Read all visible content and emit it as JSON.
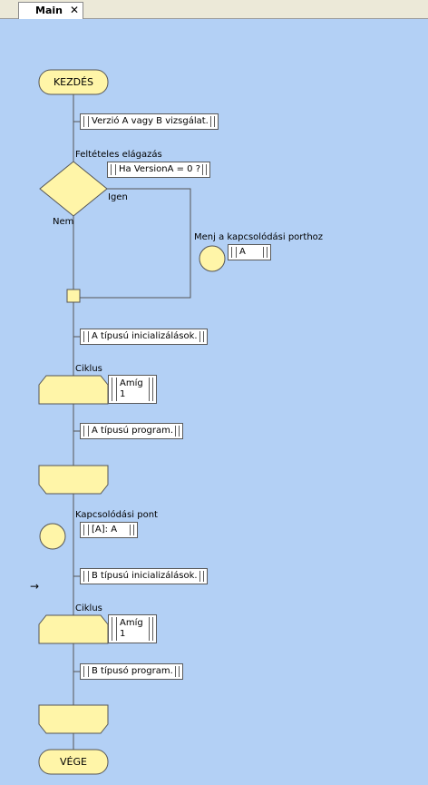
{
  "tabs": [
    {
      "label": "Main",
      "close_icon": "close-icon"
    }
  ],
  "flow": {
    "start": "KEZDÉS",
    "end": "VÉGE",
    "comment1": "Verzió A vagy B vizsgálat.",
    "decision": {
      "title": "Feltételes elágazás",
      "condition": "Ha VersionA = 0 ?",
      "yes": "Igen",
      "no": "Nem"
    },
    "goto": {
      "title": "Menj a kapcsolódási porthoz",
      "target": "A"
    },
    "comment2": "A típusú inicializálások.",
    "loop1": {
      "title": "Ciklus",
      "condition_line1": "Amíg",
      "condition_line2": "1"
    },
    "comment3": "A típusú program.",
    "connector": {
      "title": "Kapcsolódási pont",
      "label": "[A]: A"
    },
    "comment4": "B típusú inicializálások.",
    "loop2": {
      "title": "Ciklus",
      "condition_line1": "Amíg",
      "condition_line2": "1"
    },
    "comment5": "B típusó program."
  },
  "margin_arrow": "→",
  "colors": {
    "canvas": "#b3d0f5",
    "shape_fill": "#fff5a8",
    "line": "#555555"
  }
}
